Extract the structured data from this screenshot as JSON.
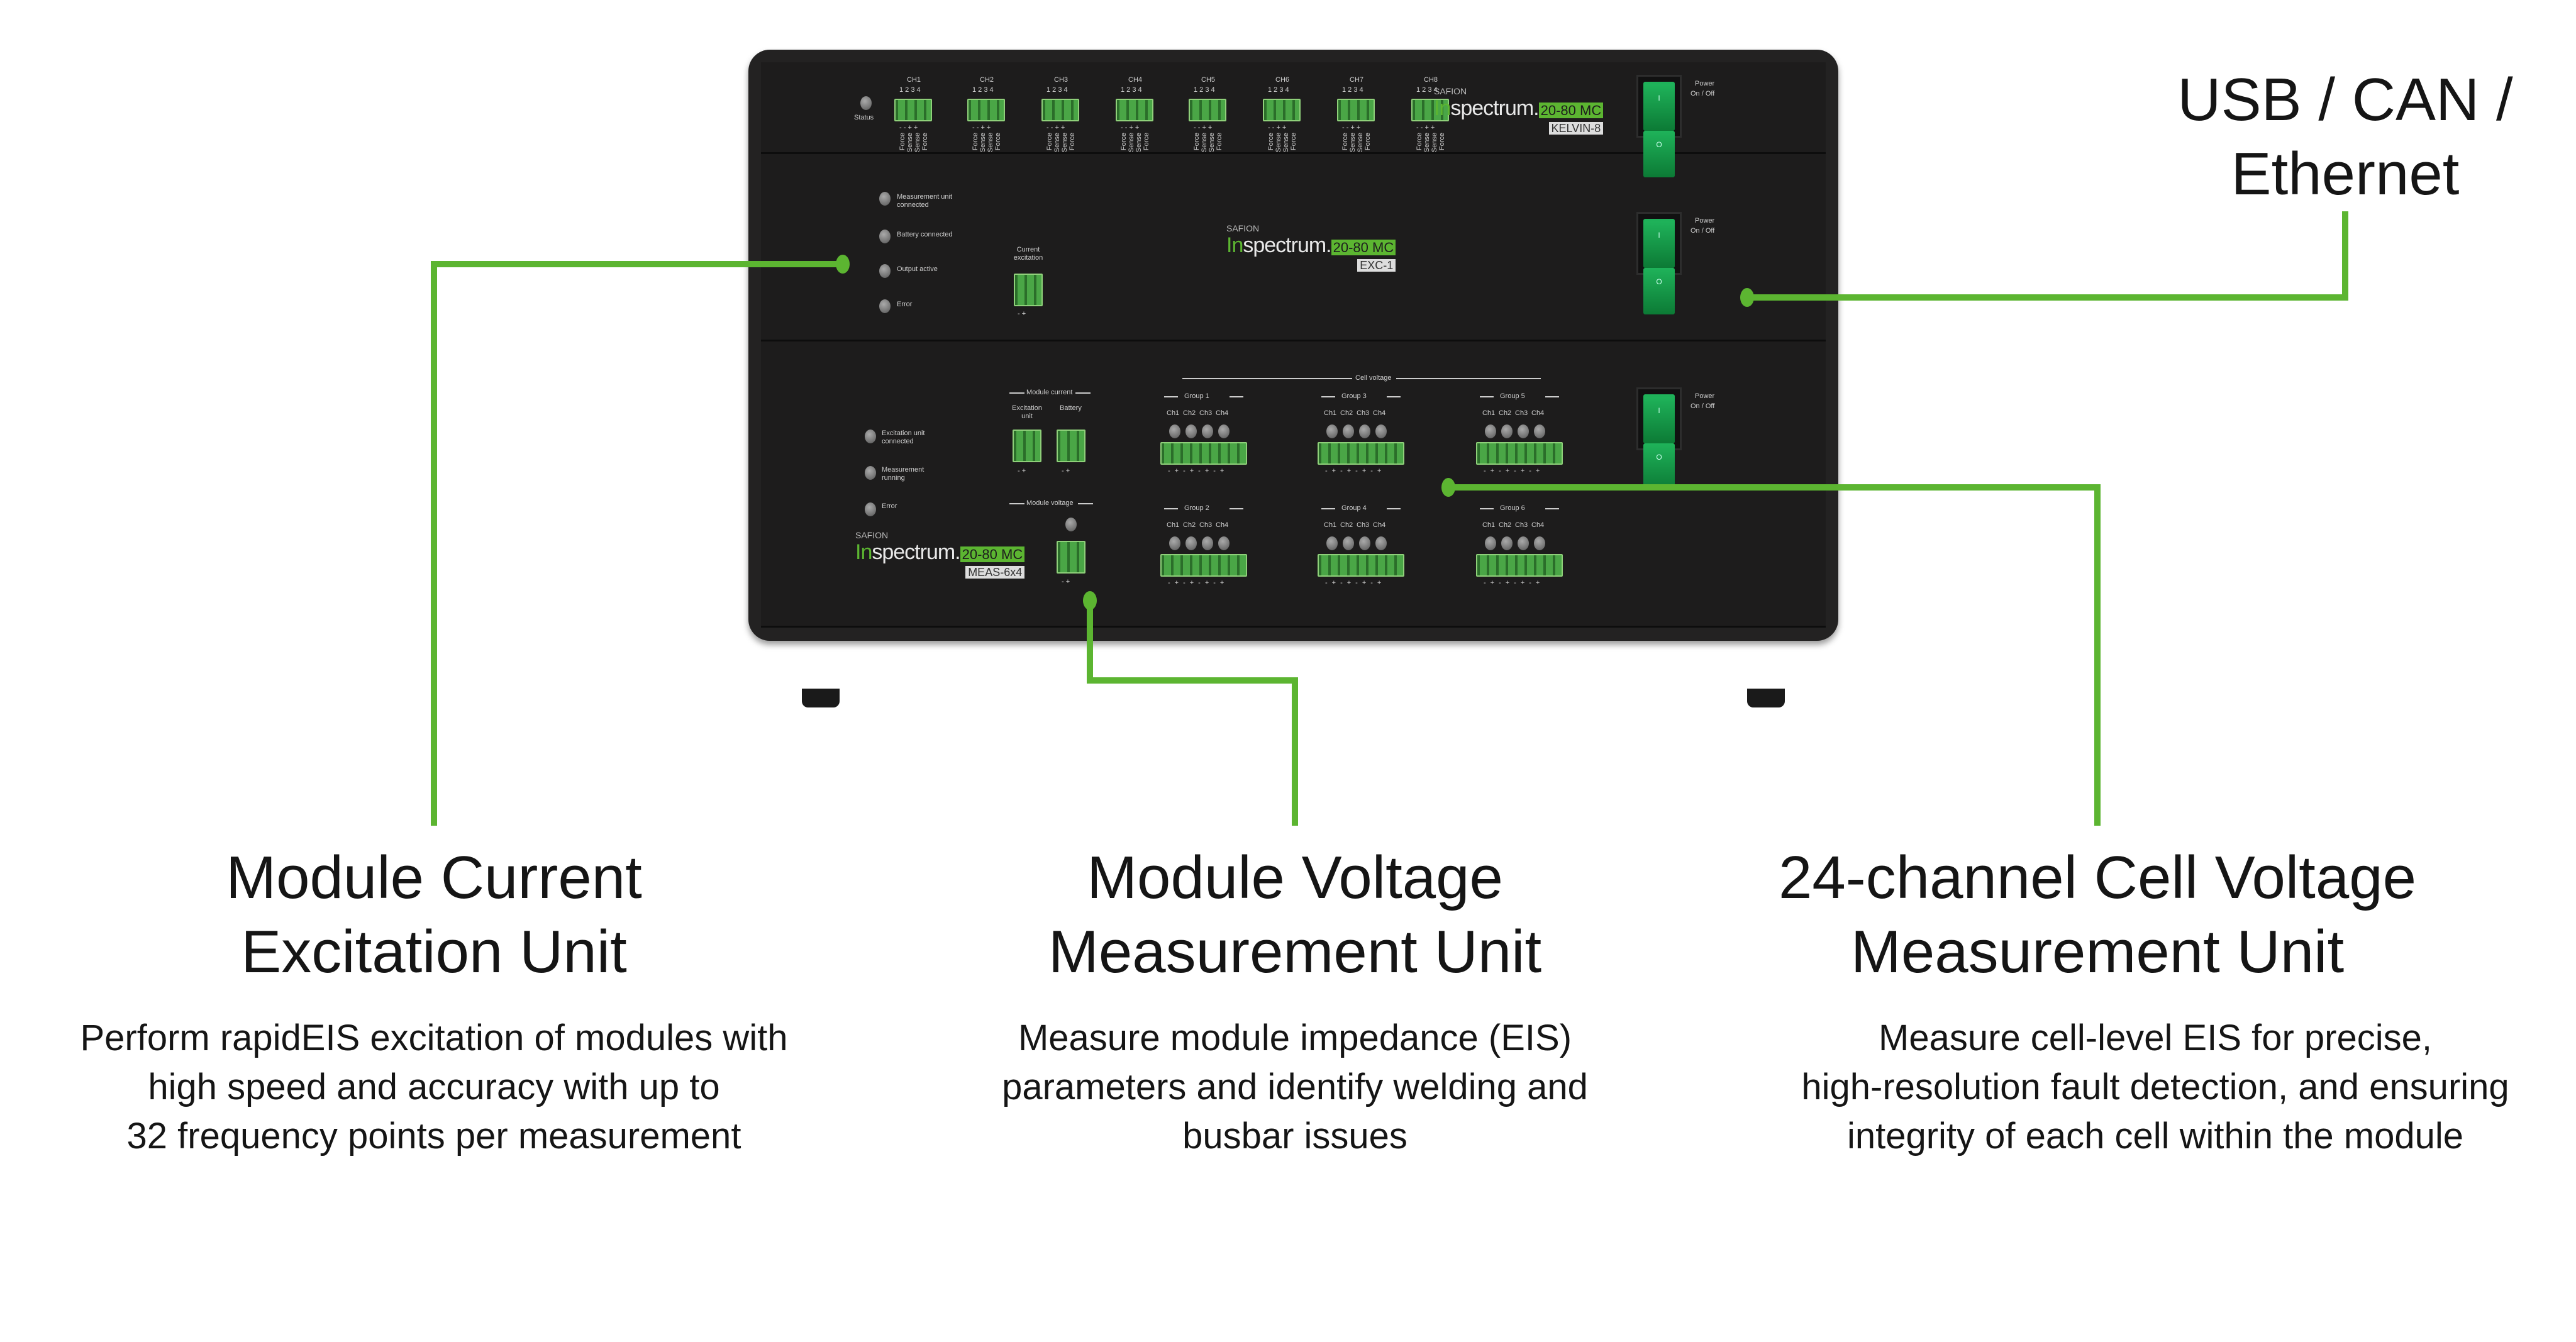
{
  "colors": {
    "accent": "#5cb531",
    "device": "#1d1c1c"
  },
  "callouts": {
    "usb": {
      "line1": "USB / CAN /",
      "line2": "Ethernet"
    },
    "excitation": {
      "title1": "Module Current",
      "title2": "Excitation Unit",
      "body": [
        "Perform rapidEIS excitation of modules with",
        "high speed and accuracy with up to",
        "32 frequency points per measurement"
      ]
    },
    "voltage": {
      "title1": "Module Voltage",
      "title2": "Measurement Unit",
      "body": [
        "Measure module impedance (EIS)",
        "parameters and identify welding and",
        "busbar issues"
      ]
    },
    "cell": {
      "title1": "24-channel Cell Voltage",
      "title2": "Measurement Unit",
      "body": [
        "Measure cell-level EIS for precise,",
        "high-resolution fault detection, and ensuring",
        "integrity of each cell within the module"
      ]
    }
  },
  "device": {
    "power_label": "Power",
    "power_onoff": "On / Off",
    "switch_on": "I",
    "switch_off": "O",
    "logo": {
      "saf": "SAFION",
      "brand_in": "In",
      "brand_rest": "spectrum.",
      "model": "20-80 MC"
    },
    "kelvin": {
      "status": "Status",
      "module": "KELVIN-8",
      "channels": [
        "CH1",
        "CH2",
        "CH3",
        "CH4",
        "CH5",
        "CH6",
        "CH7",
        "CH8"
      ],
      "pins": "1 2 3 4",
      "signs": "- - + +",
      "pin_labels": [
        "Force",
        "Sense",
        "Sense",
        "Force"
      ]
    },
    "exc": {
      "module": "EXC-1",
      "leds": [
        "Measurement unit connected",
        "Battery connected",
        "Output active",
        "Error"
      ],
      "connector_label": "Current excitation",
      "signs": "-  +"
    },
    "meas": {
      "module": "MEAS-6x4",
      "leds": [
        "Excitation unit connected",
        "Measurement running",
        "Error"
      ],
      "module_current": "Module current",
      "excitation_unit": "Excitation unit",
      "battery": "Battery",
      "module_voltage": "Module voltage",
      "cell_voltage": "Cell voltage",
      "signs": "-  +",
      "cell_signs": "-+-+-+-+",
      "groups": [
        "Group 1",
        "Group 2",
        "Group 3",
        "Group 4",
        "Group 5",
        "Group 6"
      ],
      "ch": [
        "Ch1",
        "Ch2",
        "Ch3",
        "Ch4"
      ]
    }
  }
}
